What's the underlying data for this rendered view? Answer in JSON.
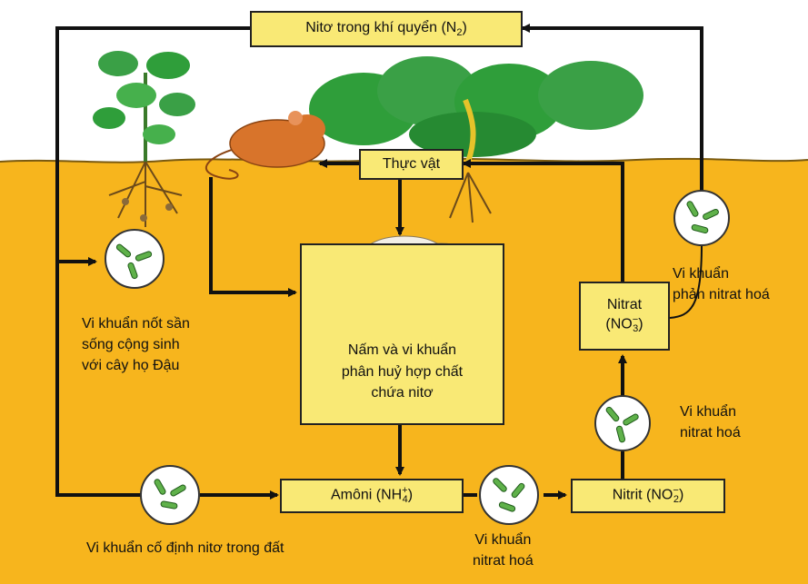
{
  "colors": {
    "soil": "#f7b51d",
    "box_fill": "#f9e975",
    "arrow": "#111111",
    "plant_green": "#2f9e3a",
    "mouse": "#d8742b",
    "microbe_circle": "#ffffff"
  },
  "icons": [
    "bean-plant-icon",
    "pumpkin-plant-icon",
    "mouse-icon",
    "mushroom-icon",
    "bacteria-icon"
  ],
  "boxes": {
    "atmosphere": {
      "text": "Nitơ trong khí quyển (N",
      "sub": "2",
      "tail": ")"
    },
    "plants": {
      "text": "Thực vật"
    },
    "decomposers": {
      "line1": "Nấm và vi khuẩn",
      "line2": "phân huỷ hợp chất",
      "line3": "chứa nitơ"
    },
    "ammonium": {
      "text": "Amôni (NH",
      "sup": "+",
      "sub": "4",
      "tail": ")"
    },
    "nitrite": {
      "text": "Nitrit (NO",
      "sup": "−",
      "sub": "2",
      "tail": ")"
    },
    "nitrate": {
      "line1": "Nitrat",
      "text": "(NO",
      "sup": "−",
      "sub": "3",
      "tail": ")"
    }
  },
  "labels": {
    "nodule_bacteria": [
      "Vi khuẩn nốt sần",
      "sống cộng sinh",
      "với cây họ Đậu"
    ],
    "fixing_bacteria": "Vi khuẩn cố định nitơ trong đất",
    "nitrifying_bottom": [
      "Vi khuẩn",
      "nitrat hoá"
    ],
    "nitrifying_right": [
      "Vi khuẩn",
      "nitrat hoá"
    ],
    "denitrifying": [
      "Vi khuẩn",
      "phản nitrat hoá"
    ]
  }
}
